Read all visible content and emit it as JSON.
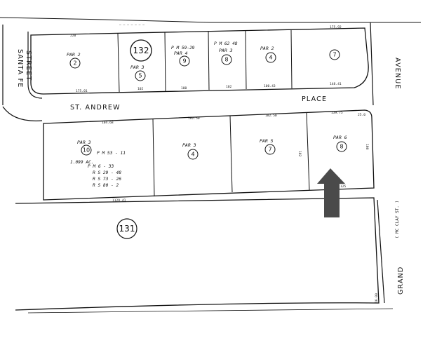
{
  "streets": {
    "santa_fe": "SANTA  FE",
    "santa_fe_2": "STREET",
    "st_andrew": "ST.  ANDREW",
    "place": "PLACE",
    "avenue": "AVENUE",
    "grand": "GRAND",
    "grand_note": "( MC CLAY ST. )"
  },
  "blocks": {
    "block_132": "132",
    "block_131": "131"
  },
  "north_parcels": [
    {
      "label": "PAR  2",
      "num": "2"
    },
    {
      "label": "PAR  3",
      "num": "5"
    },
    {
      "label": "P M  59-29",
      "label2": "PAR  4",
      "num": "9"
    },
    {
      "label": "P M      62   48",
      "label2": "PAR  3",
      "num": "8"
    },
    {
      "label": "PAR  2",
      "num": "4"
    },
    {
      "label": "",
      "num": "7"
    }
  ],
  "south_parcels": [
    {
      "label": "PAR  3",
      "num": "10"
    },
    {
      "label": "PAR  3",
      "num": "4"
    },
    {
      "label": "PAR  5",
      "num": "7"
    },
    {
      "label": "PAR  6",
      "num": "8"
    }
  ],
  "parcel_10_notes": {
    "pm": "P M     53 - 11",
    "area": "1.099  AC.",
    "pm2": "P M     6 - 33",
    "rs1": "R  S   29 - 48",
    "rs2": "R  S   73 - 26",
    "rs3": "R  S   80 - 2"
  },
  "dimensions": {
    "d1": "220",
    "d2": "175.92",
    "d3": "175.01",
    "d4": "102",
    "d5": "100",
    "d6": "102",
    "d7": "100.43",
    "d8": "148.41",
    "d9": "104.68",
    "d10": "182.50",
    "d11": "182.50",
    "d12": "139.75",
    "d13": "1129.41",
    "d14": "125",
    "d15": "182",
    "d16": "160",
    "d17": "25.0",
    "d18": "16.00"
  },
  "arrow": {
    "color": "#4a4a4a"
  }
}
